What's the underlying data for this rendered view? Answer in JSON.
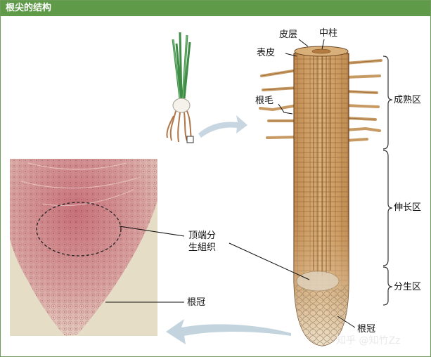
{
  "header": {
    "title": "根尖的结构"
  },
  "labels": {
    "cortex": "皮层",
    "stele": "中柱",
    "epidermis": "表皮",
    "root_hair": "根毛",
    "maturation_zone": "成熟区",
    "elongation_zone": "伸长区",
    "meristem_zone": "分生区",
    "apical_meristem_line1": "顶端分",
    "apical_meristem_line2": "生組织",
    "root_cap_left": "根冠",
    "root_cap_right": "根冠"
  },
  "watermark": {
    "text": "知乎 @知竹Zz"
  },
  "colors": {
    "title_bar": "#5e9a48",
    "root_fill": "#d3a66e",
    "root_cap": "#e9dcc2",
    "micrograph": "#cf8a8a"
  }
}
